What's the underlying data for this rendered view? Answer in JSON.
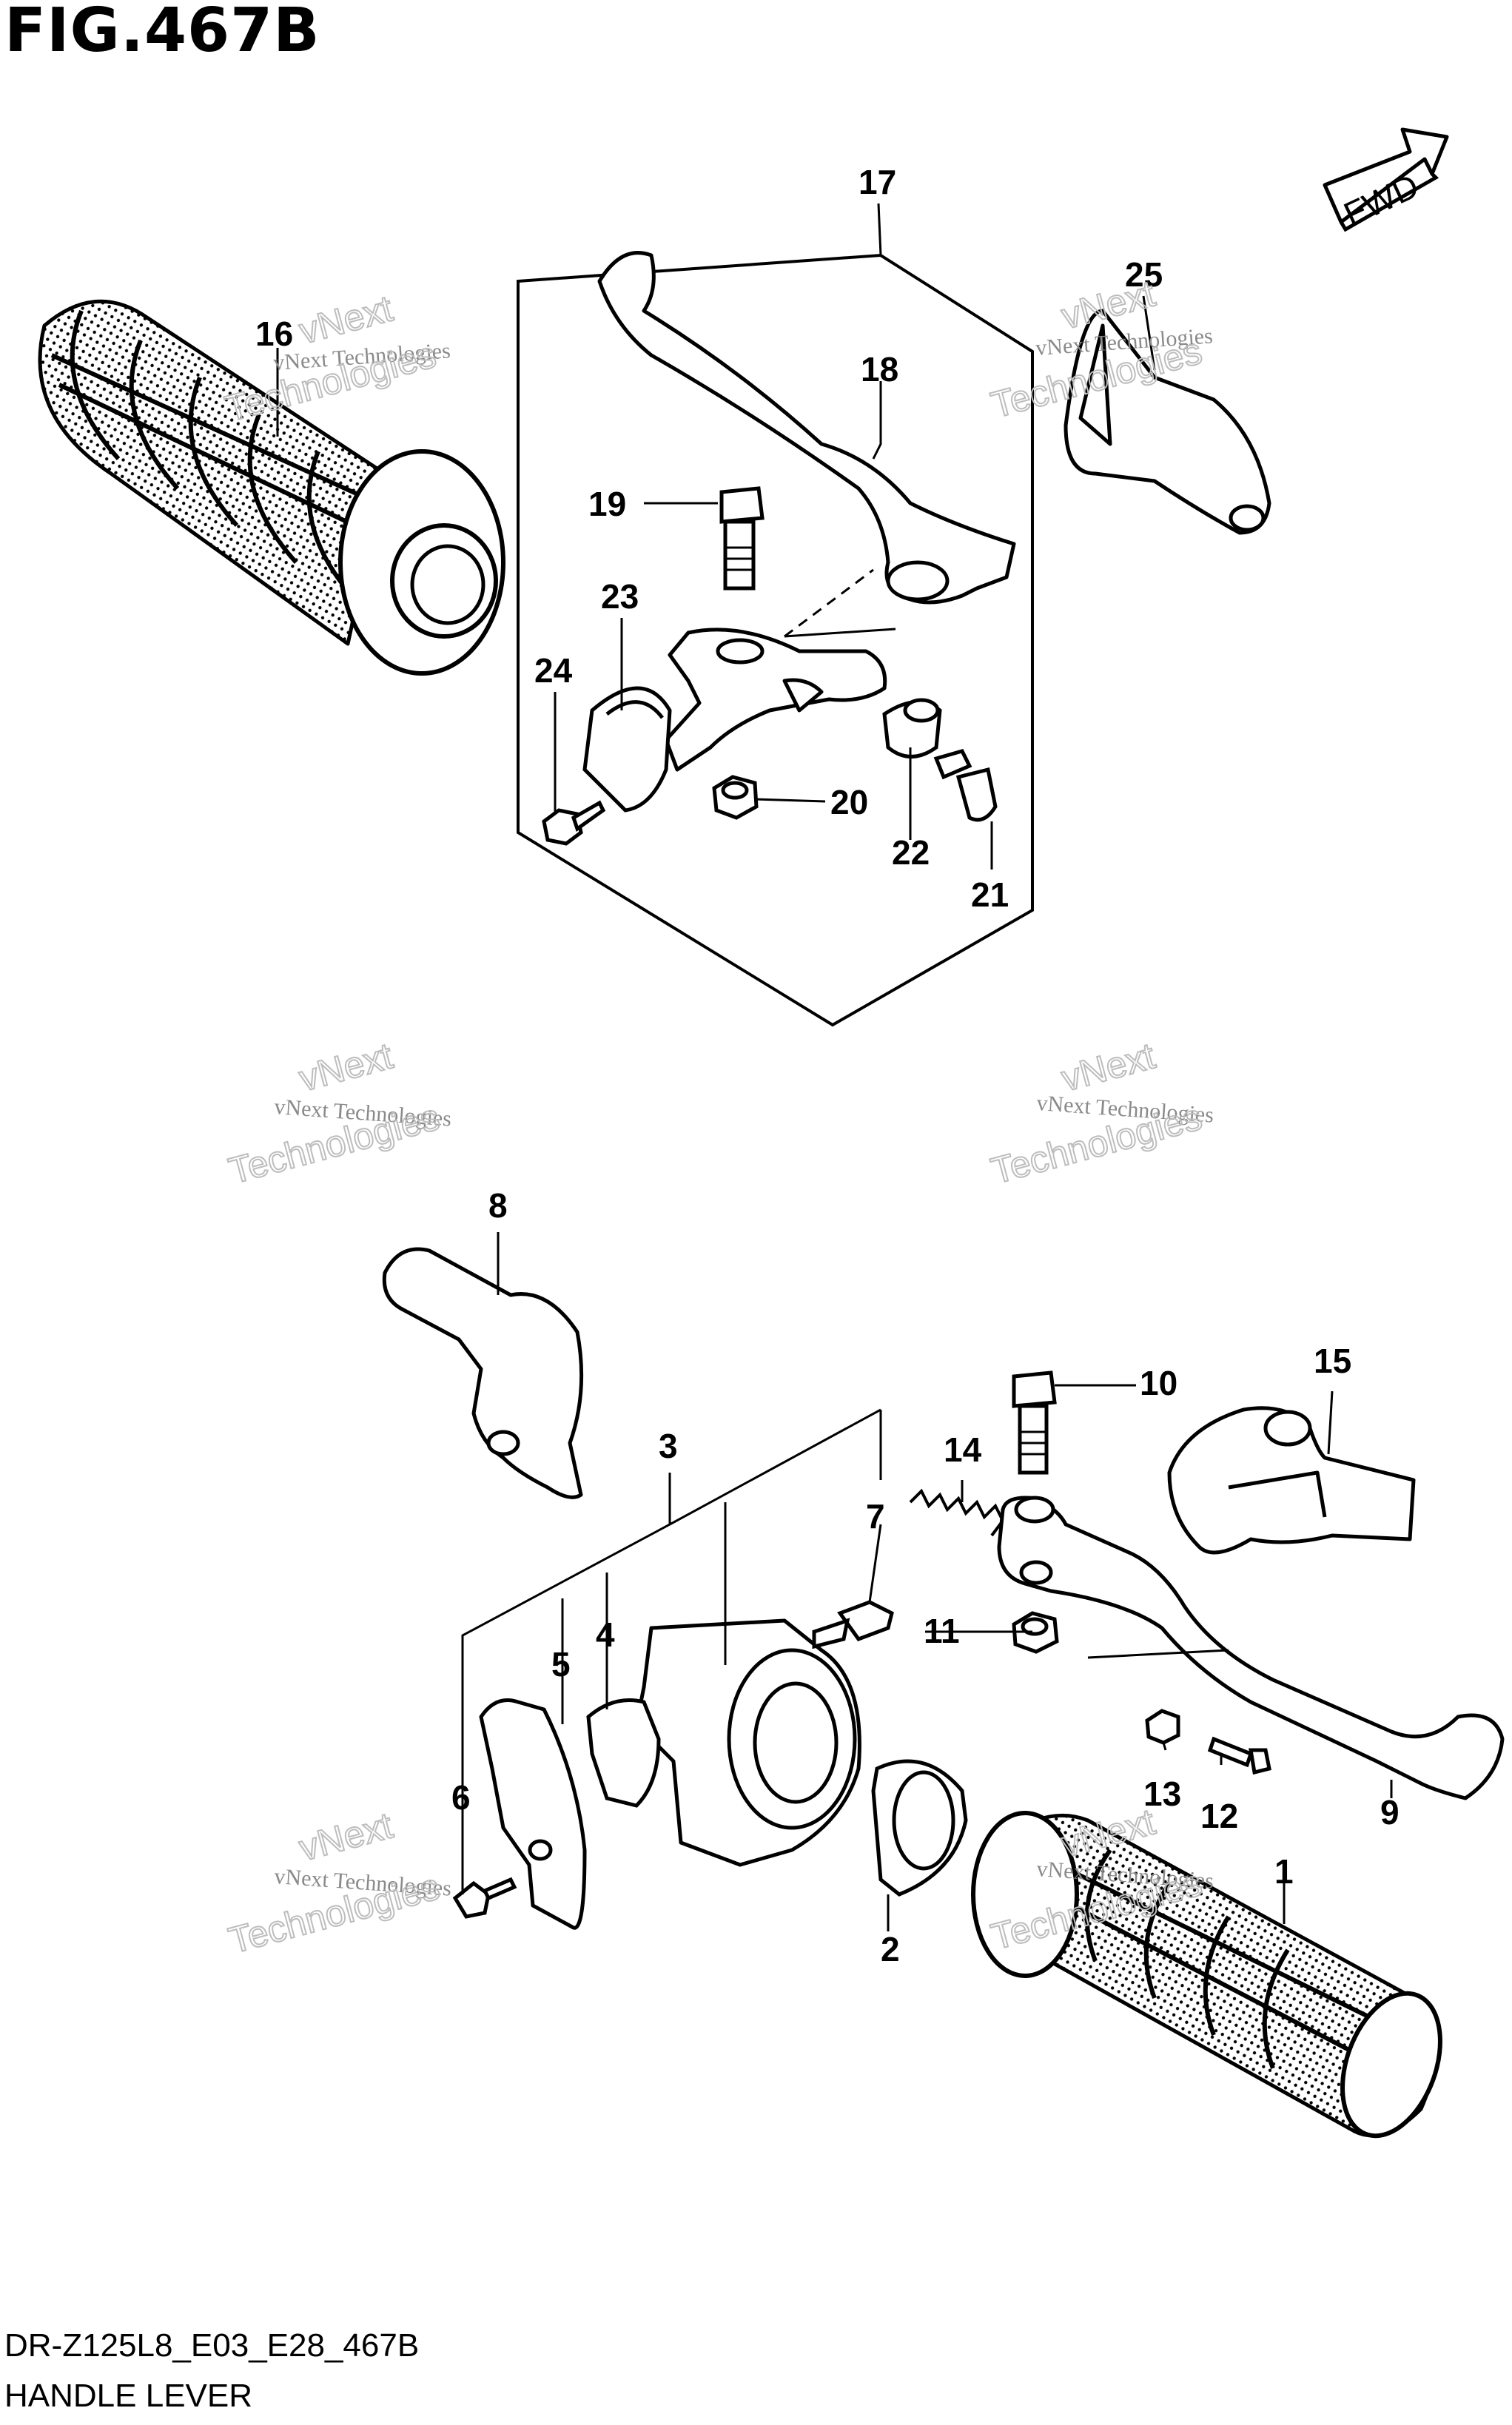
{
  "figure": {
    "title": "FIG.467B",
    "footer_code": "DR-Z125L8_E03_E28_467B",
    "footer_name": "HANDLE LEVER",
    "fwd_label": "FWD"
  },
  "watermark": {
    "small": "vNext Technologies",
    "large_1": "vNext",
    "large_2": "Technologies"
  },
  "callouts": {
    "c1": "1",
    "c2": "2",
    "c3": "3",
    "c4": "4",
    "c5": "5",
    "c6": "6",
    "c7": "7",
    "c8": "8",
    "c9": "9",
    "c10": "10",
    "c11": "11",
    "c12": "12",
    "c13": "13",
    "c14": "14",
    "c15": "15",
    "c16": "16",
    "c17": "17",
    "c18": "18",
    "c19": "19",
    "c20": "20",
    "c21": "21",
    "c22": "22",
    "c23": "23",
    "c24": "24",
    "c25": "25"
  }
}
